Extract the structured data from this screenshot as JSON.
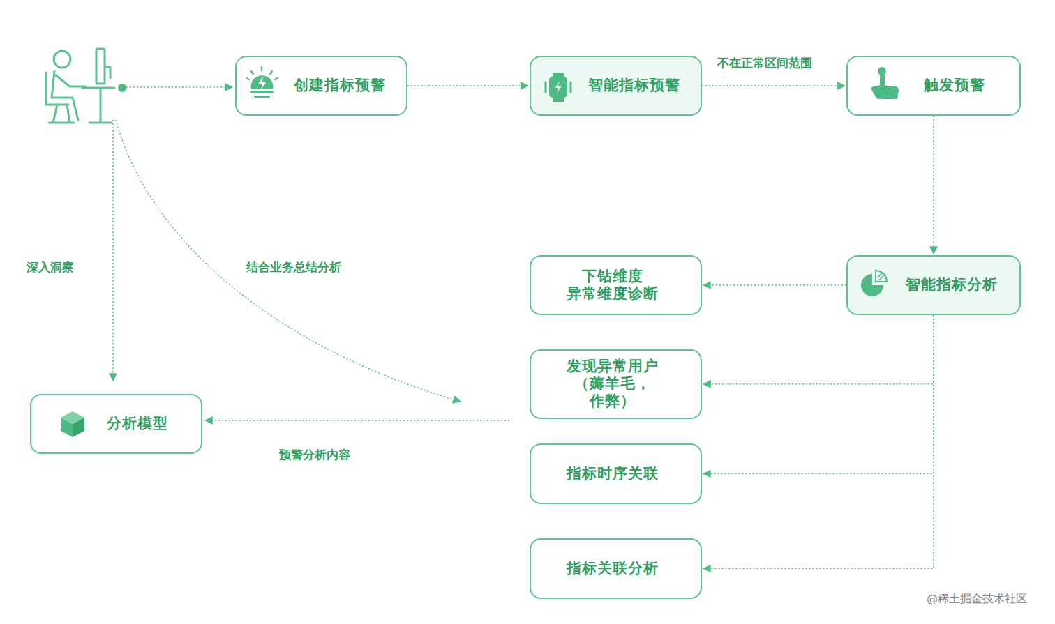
{
  "diagram": {
    "nodes": [
      {
        "text": [
          "创建指标预警"
        ]
      },
      {
        "text": [
          "智能指标预警"
        ]
      },
      {
        "text": [
          "触发预警"
        ]
      },
      {
        "text": [
          "下钻维度 异常维度诊断"
        ]
      },
      {
        "text": [
          "智能指标分析"
        ]
      },
      {
        "text": [
          "发现异常用户 （薅羊毛，作弊）"
        ]
      },
      {
        "text": [
          "分析模型"
        ]
      },
      {
        "text": [
          "指标时序关联"
        ]
      },
      {
        "text": [
          "指标关联分析"
        ]
      }
    ],
    "edges": [
      {
        "from": 0,
        "to": 1,
        "arrow": "to"
      },
      {
        "from": 1,
        "to": 2,
        "label": "不在正常区间范围",
        "arrow": "to"
      },
      {
        "from": 2,
        "to": 4,
        "arrow": "to"
      },
      {
        "from": 4,
        "to": 3,
        "arrow": "to"
      },
      {
        "from": 4,
        "to": 5,
        "arrow": "to"
      },
      {
        "from": 4,
        "to": 7,
        "arrow": "to"
      },
      {
        "from": 4,
        "to": 8,
        "arrow": "to"
      }
    ],
    "labels": [
      "深入洞察",
      "结合业务总结分析",
      "预警分析内容",
      "@稀土掘金技术社区"
    ]
  }
}
